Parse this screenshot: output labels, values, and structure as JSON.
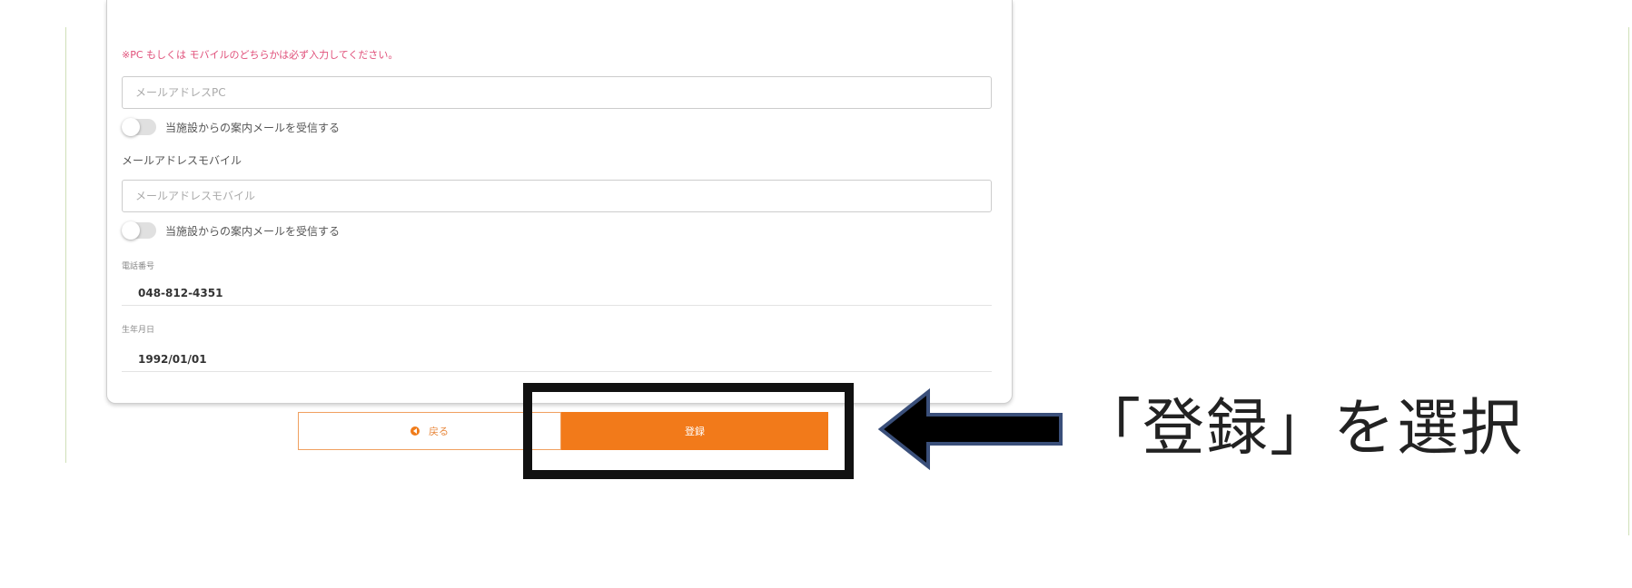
{
  "form": {
    "notice": "※PC もしくは モバイルのどちらかは必ず入力してください。",
    "email_pc": {
      "placeholder": "メールアドレスPC",
      "value": ""
    },
    "email_pc_toggle": {
      "label": "当施設からの案内メールを受信する",
      "on": false
    },
    "email_mobile": {
      "label": "メールアドレスモバイル",
      "placeholder": "メールアドレスモバイル",
      "value": ""
    },
    "email_mobile_toggle": {
      "label": "当施設からの案内メールを受信する",
      "on": false
    },
    "phone": {
      "label": "電話番号",
      "value": "048-812-4351"
    },
    "birthday": {
      "label": "生年月日",
      "value": "1992/01/01"
    }
  },
  "buttons": {
    "back_label": "戻る",
    "register_label": "登録"
  },
  "annotation": {
    "callout_text": "「登録」を選択"
  },
  "colors": {
    "accent": "#f27a1a",
    "notice": "#e0507a",
    "arrow_fill": "#000000",
    "arrow_outline": "#3a4f7a"
  }
}
